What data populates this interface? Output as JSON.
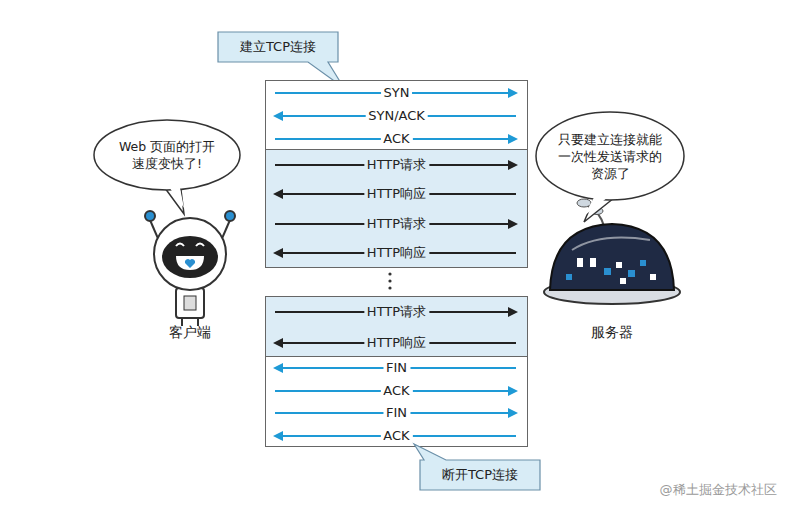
{
  "diagram": {
    "nodes": [
      {
        "text": [
          "建立TCP连接"
        ]
      },
      {
        "text": [
          "SYN",
          "SYN/ACK",
          "ACK"
        ]
      },
      {
        "text": [
          "HTTP请求",
          "HTTP响应",
          "HTTP请求",
          "HTTP响应"
        ]
      },
      {
        "text": [
          "HTTP请求",
          "HTTP响应"
        ]
      },
      {
        "text": [
          "FIN",
          "ACK",
          "FIN",
          "ACK"
        ]
      },
      {
        "text": [
          "断开TCP连接"
        ]
      },
      {
        "text": [
          "Web 页面的打开 速度变快了!"
        ]
      },
      {
        "text": [
          "只要建立连接就能 一次性发送请求的 资源了"
        ]
      }
    ],
    "labels": [
      "客户端",
      "服务器",
      "@稀土掘金技术社区"
    ]
  }
}
